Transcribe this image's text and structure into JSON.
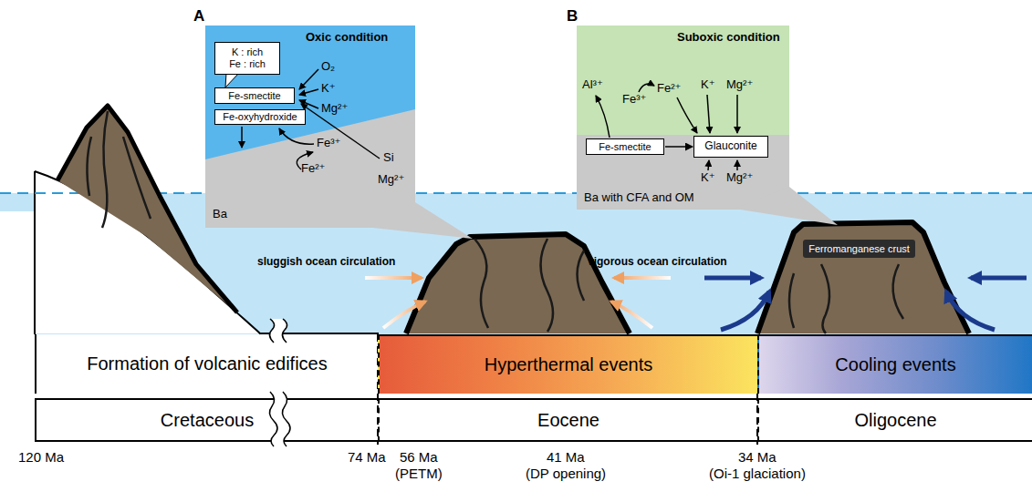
{
  "diagram": {
    "nodes": [
      {
        "text": [
          "Oxic condition",
          "Ba"
        ]
      },
      {
        "text": [
          "K : rich",
          "Fe : rich"
        ],
        "in": 0
      },
      {
        "text": [
          "Fe-smectite"
        ],
        "in": 0
      },
      {
        "text": [
          "Fe-oxyhydroxide"
        ],
        "in": 0
      },
      {
        "text": [
          "Suboxic condition",
          "Ba with CFA and OM"
        ]
      },
      {
        "text": [
          "Fe-smectite"
        ],
        "in": 4
      },
      {
        "text": [
          "Glauconite"
        ],
        "in": 4
      },
      {
        "text": [
          "Ferromanganese crust"
        ]
      },
      {
        "text": [
          "Formation of volcanic edifices"
        ]
      },
      {
        "text": [
          "Hyperthermal events"
        ]
      },
      {
        "text": [
          "Cooling events"
        ]
      },
      {
        "text": [
          "Cretaceous"
        ]
      },
      {
        "text": [
          "Eocene"
        ]
      },
      {
        "text": [
          "Oligocene"
        ]
      }
    ],
    "edges": [
      {
        "from": 5,
        "to": 6,
        "arrow": "to"
      }
    ],
    "labels": [
      "A",
      "O₂",
      "K⁺",
      "Mg²⁺",
      "Fe³⁺",
      "Fe²⁺",
      "Si",
      "Mg²⁺",
      "B",
      "Al³⁺",
      "Fe³⁺",
      "Fe²⁺",
      "K⁺",
      "Mg²⁺",
      "K⁺",
      "Mg²⁺",
      "sluggish ocean circulation",
      "vigorous ocean circulation",
      "120 Ma",
      "74 Ma",
      "56 Ma",
      "(PETM)",
      "41 Ma",
      "(DP opening)",
      "34 Ma",
      "(Oi-1 glaciation)"
    ]
  }
}
